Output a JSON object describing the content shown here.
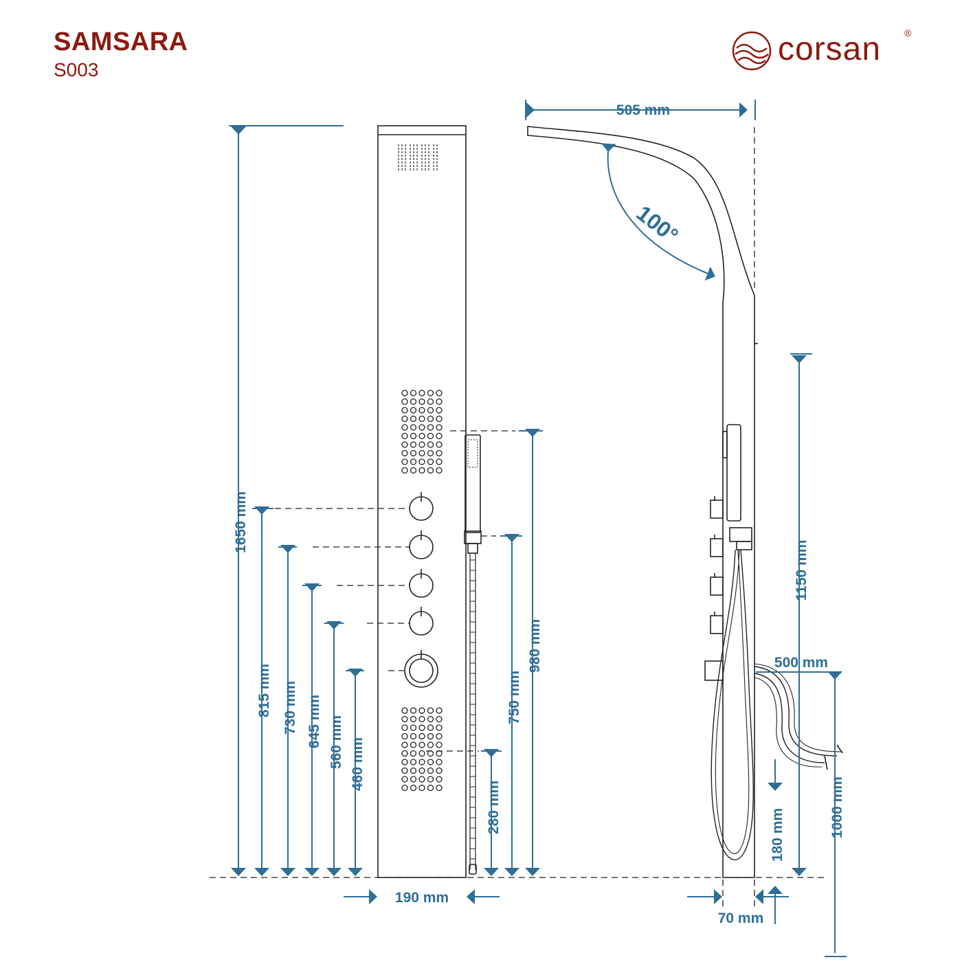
{
  "product": {
    "name": "SAMSARA",
    "code": "S003"
  },
  "brand": {
    "name": "corsan",
    "mark": "®"
  },
  "colors": {
    "dimension": "#2e6e97",
    "brand": "#8b1a10",
    "outline": "#222222"
  },
  "front_view": {
    "height": "1650 mm",
    "outlet_heights": [
      "815 mm",
      "730 mm",
      "645 mm",
      "560 mm",
      "460 mm"
    ],
    "handshower_top": "980 mm",
    "holder_height": "750 mm",
    "hose_bottom": "280 mm",
    "width": "190 mm"
  },
  "side_view": {
    "reach": "505 mm",
    "angle": "100°",
    "upper_height": "1150 mm",
    "hose_length": "500 mm",
    "supply_height": "1000 mm",
    "supply_offset": "180 mm",
    "depth": "70 mm"
  }
}
